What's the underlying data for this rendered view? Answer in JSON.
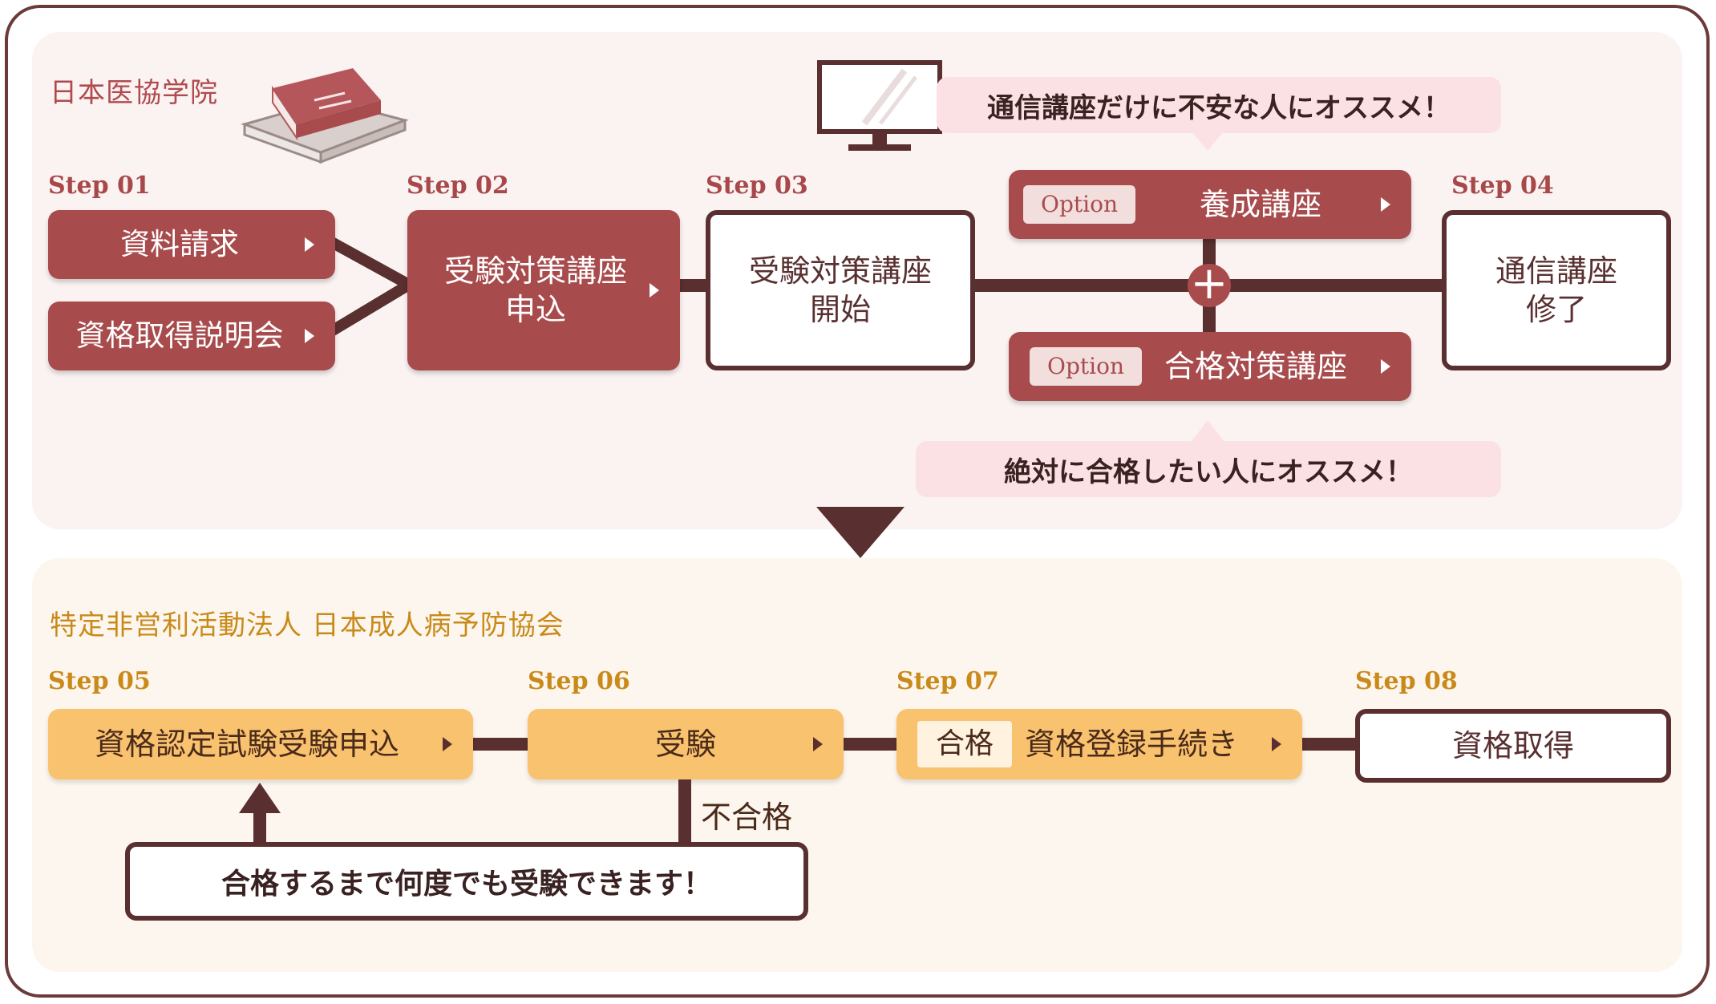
{
  "top": {
    "org": "日本医協学院",
    "steps": {
      "s01": "Step 01",
      "s02": "Step 02",
      "s03": "Step 03",
      "s04": "Step 04"
    },
    "request_materials": "資料請求",
    "info_session": "資格取得説明会",
    "apply_line1": "受験対策講座",
    "apply_line2": "申込",
    "start_line1": "受験対策講座",
    "start_line2": "開始",
    "complete_line1": "通信講座",
    "complete_line2": "修了",
    "option_label": "Option",
    "option_training": "養成講座",
    "option_pass_course": "合格対策講座",
    "bubble_top": "通信講座だけに不安な人にオススメ！",
    "bubble_bottom": "絶対に合格したい人にオススメ！",
    "plus": "+"
  },
  "bottom": {
    "org": "特定非営利活動法人 日本成人病予防協会",
    "steps": {
      "s05": "Step 05",
      "s06": "Step 06",
      "s07": "Step 07",
      "s08": "Step 08"
    },
    "exam_apply": "資格認定試験受験申込",
    "exam": "受験",
    "pass": "合格",
    "registration": "資格登録手続き",
    "acquire": "資格取得",
    "fail": "不合格",
    "retry_note": "合格するまで何度でも受験できます！"
  },
  "colors": {
    "accent_red": "#a84b4d",
    "accent_yellow": "#f9c26e",
    "dark": "#5a2f30"
  }
}
